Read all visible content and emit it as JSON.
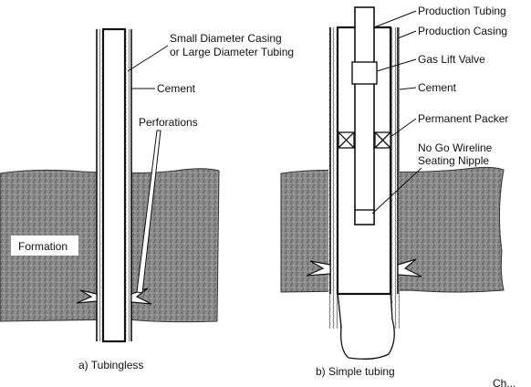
{
  "left": {
    "labels": {
      "casing_line1": "Small Diameter Casing",
      "casing_line2": "or Large Diameter Tubing",
      "cement": "Cement",
      "perforations": "Perforations",
      "formation": "Formation"
    },
    "caption": "a)  Tubingless"
  },
  "right": {
    "labels": {
      "production_tubing": "Production Tubing",
      "production_casing": "Production Casing",
      "gas_lift_valve": "Gas Lift Valve",
      "cement": "Cement",
      "permanent_packer": "Permanent Packer",
      "nipple_line1": "No Go Wireline",
      "nipple_line2": "Seating Nipple"
    },
    "caption": "b)  Simple tubing"
  },
  "footer_fragment": "Ch..."
}
